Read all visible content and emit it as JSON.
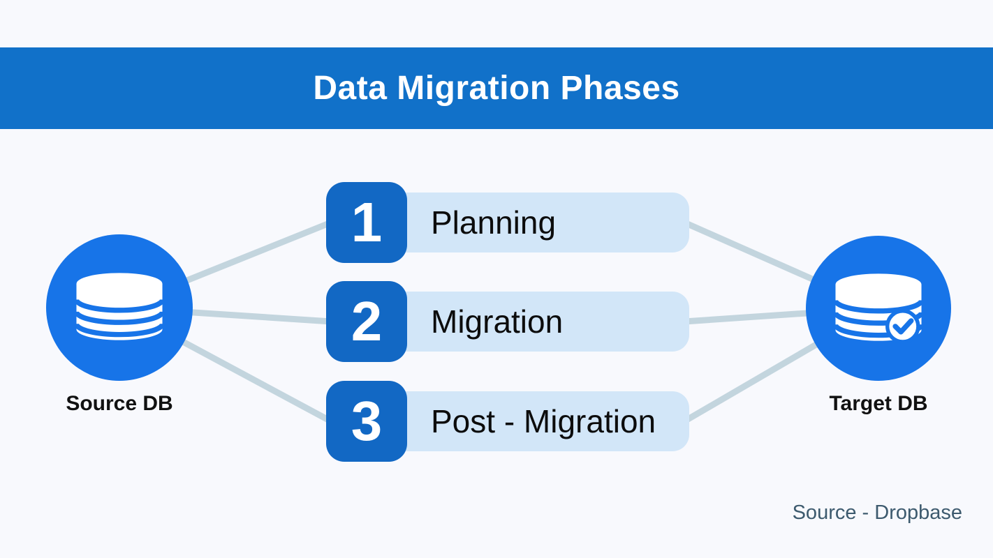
{
  "title": "Data Migration Phases",
  "phases": [
    {
      "number": "1",
      "label": "Planning"
    },
    {
      "number": "2",
      "label": "Migration"
    },
    {
      "number": "3",
      "label": "Post - Migration"
    }
  ],
  "nodes": {
    "source": {
      "label": "Source DB",
      "icon": "database-icon"
    },
    "target": {
      "label": "Target DB",
      "icon": "database-check-icon"
    }
  },
  "footer": {
    "credit": "Source - Dropbase"
  },
  "colors": {
    "background": "#f8f9fd",
    "banner": "#1171c9",
    "title_text": "#ffffff",
    "phase_number_box": "#1268c4",
    "phase_pill": "#d2e6f8",
    "node_circle": "#1774e8",
    "connector_line": "#c3d5de",
    "label_text": "#0c0c0c",
    "node_label_text": "#111111",
    "credit_text": "#3d5a6e"
  }
}
